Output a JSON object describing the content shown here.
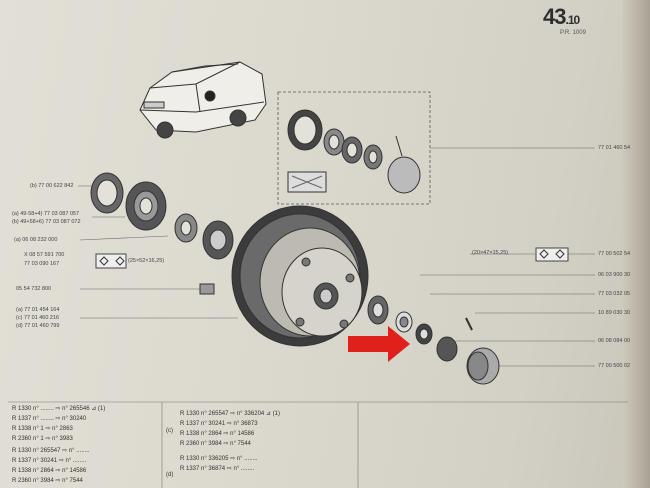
{
  "header": {
    "page_number": "43",
    "page_sub": ".10",
    "ref": "P.R. 1009"
  },
  "left_labels": [
    "(b) 77 00 622 842",
    "(a) 49-58+4) 77 03 087 057",
    "(b) 49+58+6) 77 03 087 072",
    "(a) 06 08 232 000",
    "X 08 57 591 700",
    "77 03 090 167",
    "05 54 732 800",
    "(a) 77 01 454 164",
    "(c) 77 01 460 216",
    "(d) 77 01 460 799"
  ],
  "right_labels": [
    "77 01 460 54",
    "77 00 502 54",
    "06 03 900 30",
    "77 03 032 05",
    "10 89 030 30",
    "06 08 084 00",
    "77 00 500 02"
  ],
  "dims": {
    "left_box": "(25×52×16,25)",
    "right_box": "(20×47×15,25)"
  },
  "table_left": [
    {
      "model": "R 1330",
      "text": "n° ........ ⇨ n° 265546 ⊿ (1)"
    },
    {
      "model": "R 1337",
      "text": "n° ........ ⇨ n° 30240"
    },
    {
      "model": "R 1338",
      "text": "n° 1 ⇨ n° 2863"
    },
    {
      "model": "R 2360",
      "text": "n° 1 ⇨ n° 3983"
    },
    {
      "model": "R 1330",
      "text": "n° 265547 ⇨ n° ........"
    },
    {
      "model": "R 1337",
      "text": "n° 30241 ⇨ n° ........"
    },
    {
      "model": "R 1338",
      "text": "n° 2864 ⇨ n° 14586"
    },
    {
      "model": "R 2360",
      "text": "n° 3984 ⇨ n° 7544"
    }
  ],
  "table_mid": [
    {
      "model": "R 1330",
      "text": "n° 265547 ⇨ n° 336204 ⊿ (1)"
    },
    {
      "model": "R 1337",
      "text": "n° 30241 ⇨ n° 36873"
    },
    {
      "model": "R 1338",
      "text": "n° 2864 ⇨ n° 14586"
    },
    {
      "model": "R 2360",
      "text": "n° 3984 ⇨ n° 7544"
    },
    {
      "model": "R 1330",
      "text": "n° 336205 ⇨ n° ........"
    },
    {
      "model": "R 1337",
      "text": "n° 36874 ⇨ n° ........"
    }
  ],
  "table_marks": {
    "c": "(c)",
    "d": "(d)"
  }
}
